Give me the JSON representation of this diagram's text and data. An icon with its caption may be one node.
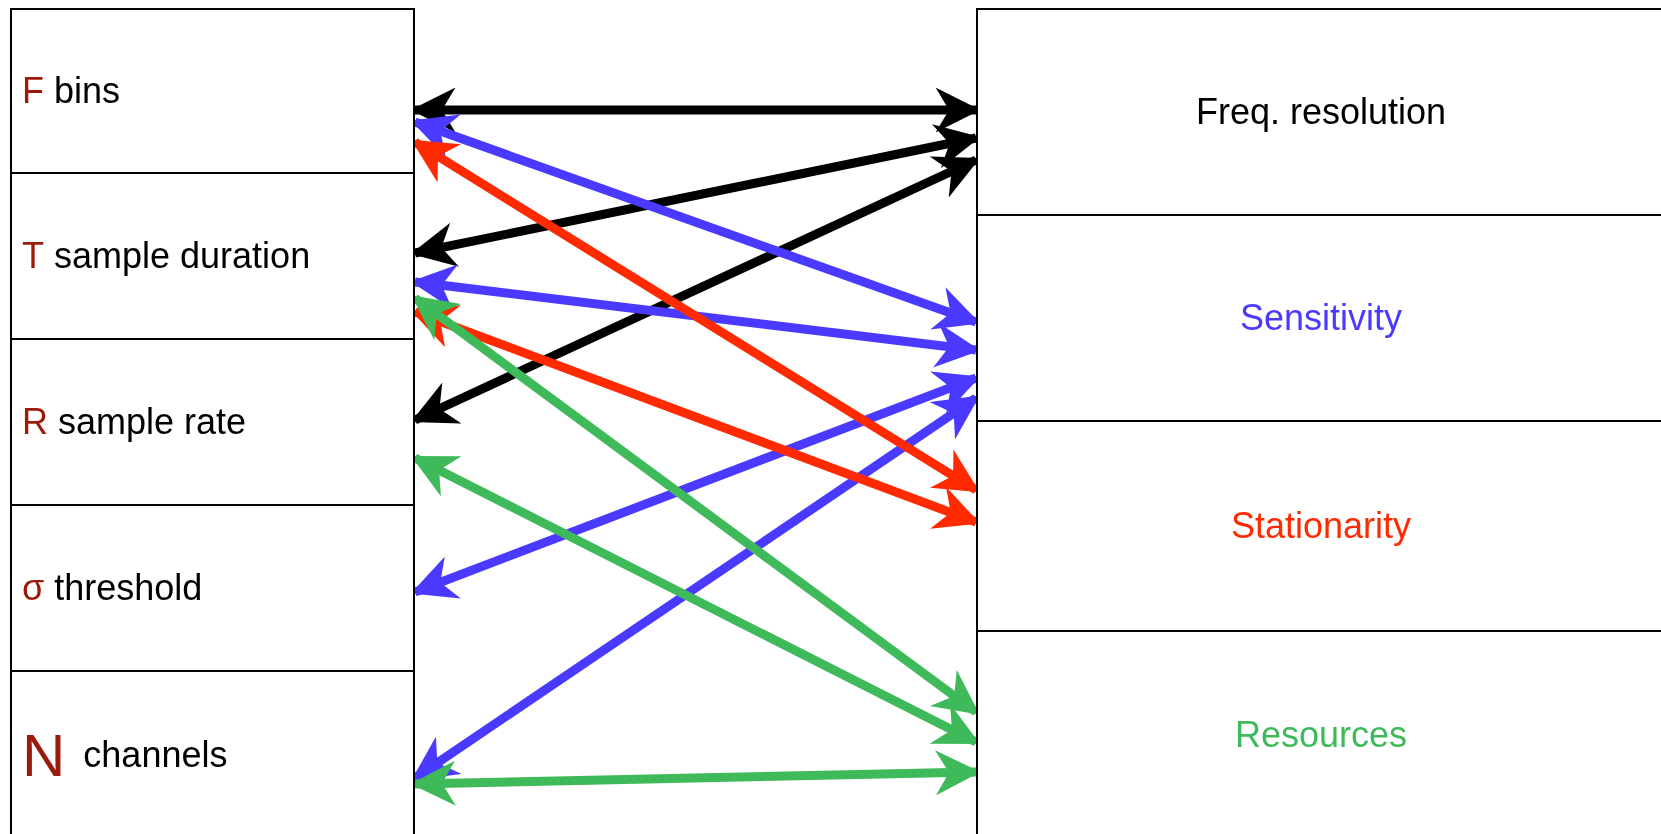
{
  "diagram": {
    "nodes": [
      {
        "text": [
          "F",
          "bins"
        ]
      },
      {
        "text": [
          "T",
          "sample duration"
        ]
      },
      {
        "text": [
          "R",
          "sample rate"
        ]
      },
      {
        "text": [
          "σ",
          "threshold"
        ]
      },
      {
        "text": [
          "N",
          "channels"
        ]
      },
      {
        "text": [
          "Freq. resolution"
        ]
      },
      {
        "text": [
          "Sensitivity"
        ]
      },
      {
        "text": [
          "Stationarity"
        ]
      },
      {
        "text": [
          "Resources"
        ]
      }
    ],
    "edges": [
      {
        "from": 0,
        "to": 5,
        "arrow": "both",
        "color": "#000000"
      },
      {
        "from": 1,
        "to": 5,
        "arrow": "both",
        "color": "#000000"
      },
      {
        "from": 2,
        "to": 5,
        "arrow": "both",
        "color": "#000000"
      },
      {
        "from": 0,
        "to": 6,
        "arrow": "both"
      },
      {
        "from": 1,
        "to": 6,
        "arrow": "both"
      },
      {
        "from": 3,
        "to": 6,
        "arrow": "both"
      },
      {
        "from": 4,
        "to": 6,
        "arrow": "both"
      },
      {
        "from": 0,
        "to": 7,
        "arrow": "both",
        "color": "#ff2a00"
      },
      {
        "from": 1,
        "to": 7,
        "arrow": "both",
        "color": "#ff2a00"
      },
      {
        "from": 1,
        "to": 8,
        "arrow": "both",
        "color": "#3fba5a"
      },
      {
        "from": 2,
        "to": 8,
        "arrow": "both",
        "color": "#3fba5a"
      },
      {
        "from": 4,
        "to": 8,
        "arrow": "both",
        "color": "#3fba5a"
      }
    ]
  }
}
